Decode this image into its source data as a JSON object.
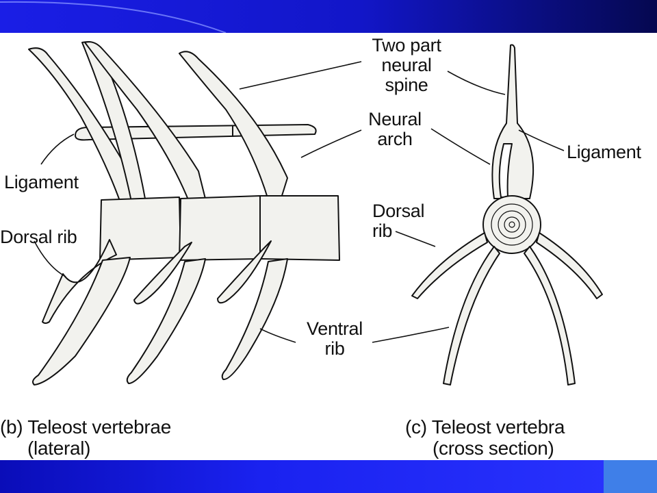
{
  "theme": {
    "bar_color": "#1216c8",
    "accent_square": "#3f7fe8"
  },
  "labels": {
    "two_part_line1": "Two part",
    "two_part_line2": "neural",
    "two_part_line3": "spine",
    "neural_arch_line1": "Neural",
    "neural_arch_line2": "arch",
    "ligament_left": "Ligament",
    "ligament_right": "Ligament",
    "dorsal_rib_left": "Dorsal rib",
    "dorsal_rib_right_line1": "Dorsal",
    "dorsal_rib_right_line2": "rib",
    "ventral_line1": "Ventral",
    "ventral_line2": "rib"
  },
  "captions": {
    "b_line1": "(b) Teleost vertebrae",
    "b_line2": "(lateral)",
    "c_line1": "(c) Teleost vertebra",
    "c_line2": "(cross section)"
  }
}
